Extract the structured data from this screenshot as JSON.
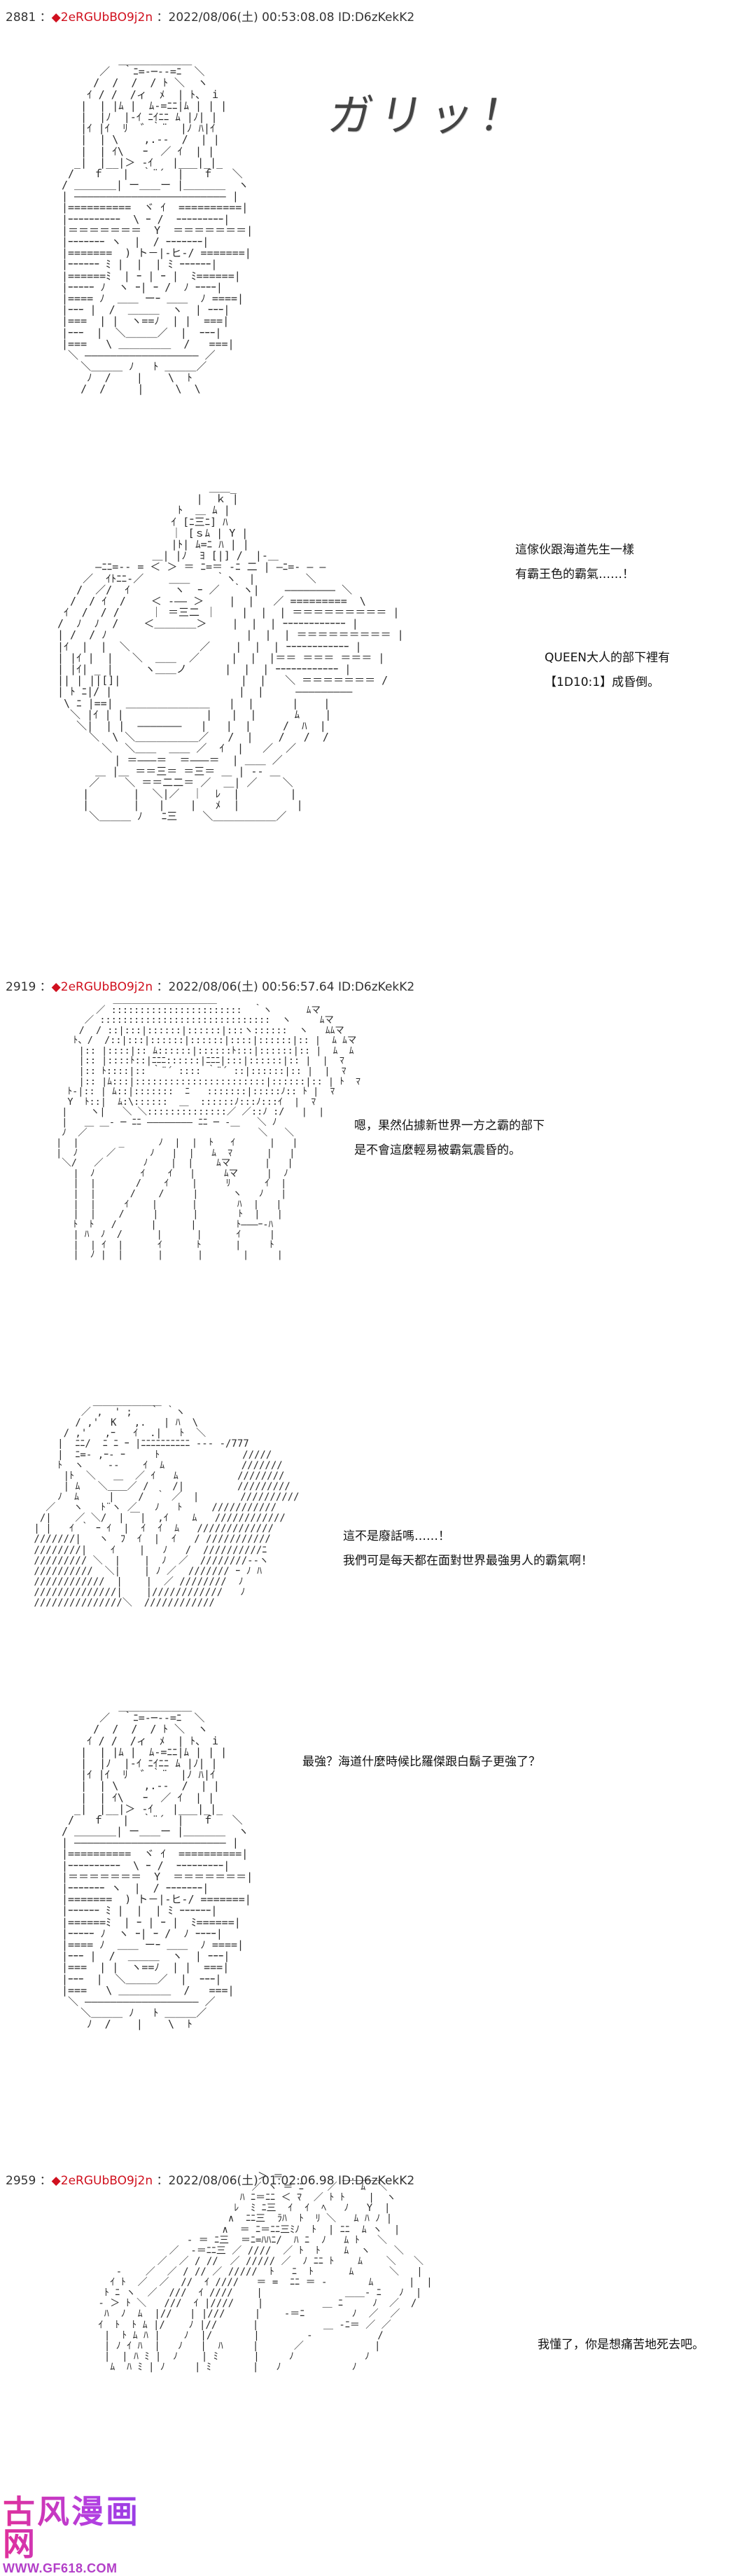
{
  "posts": [
    {
      "number": "2881",
      "name": "2eRGUbBO9j2n",
      "datetime": "2022/08/06(土) 00:53:08.08",
      "id": "ID:D6zKekK2"
    },
    {
      "number": "2919",
      "name": "2eRGUbBO9j2n",
      "datetime": "2022/08/06(土) 00:56:57.64",
      "id": "ID:D6zKekK2"
    },
    {
      "number": "2959",
      "name": "2eRGUbBO9j2n",
      "datetime": "2022/08/06(土) 01:02:06.98",
      "id": "ID:D6zKekK2"
    }
  ],
  "sfx": {
    "text": "ガリッ！"
  },
  "dialogues": {
    "d1": {
      "line1": "這傢伙跟海道先生一樣",
      "line2": "有霸王色的霸氣……！"
    },
    "d2": {
      "line1": "QUEEN大人的部下裡有",
      "line2": "【1D10:1】成昏倒。"
    },
    "d3": {
      "line1": "嗯，果然佔據新世界一方之霸的部下",
      "line2": "是不會這麼輕易被霸氣震昏的。"
    },
    "d4": {
      "line1": "這不是廢話嗎……！",
      "line2": "我們可是每天都在面對世界最強男人的霸氣啊！"
    },
    "d5": {
      "line1": "最強？海道什麼時候比羅傑跟白鬍子更強了？"
    },
    "d6": {
      "line1": "我懂了，你是想痛苦地死去吧。"
    }
  },
  "watermark": {
    "logo": "古风漫画网",
    "url": "WWW.GF618.COM"
  }
}
